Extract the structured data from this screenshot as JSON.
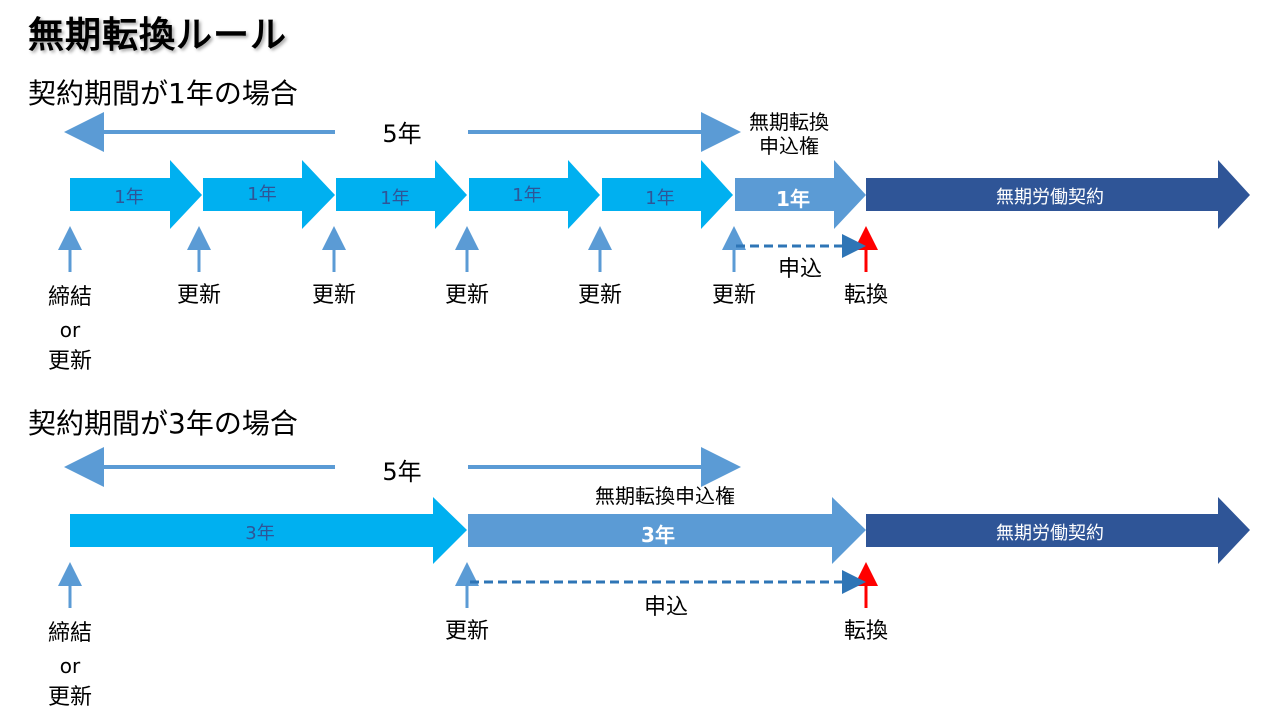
{
  "title": "無期転換ルール",
  "case1": {
    "heading": "契約期間が1年の場合",
    "span_label": "5年",
    "right_label_line1": "無期転換",
    "right_label_line2": "申込権",
    "periods": [
      "1年",
      "1年",
      "1年",
      "1年",
      "1年"
    ],
    "final_period": "1年",
    "indefinite": "無期労働契約",
    "events": [
      "締結",
      "or",
      "更新",
      "更新",
      "更新",
      "更新",
      "更新",
      "更新"
    ],
    "apply_label": "申込",
    "convert_label": "転換"
  },
  "case2": {
    "heading": "契約期間が3年の場合",
    "span_label": "5年",
    "right_label": "無期転換申込権",
    "period": "3年",
    "final_period": "3年",
    "indefinite": "無期労働契約",
    "events": [
      "締結",
      "or",
      "更新",
      "更新"
    ],
    "apply_label": "申込",
    "convert_label": "転換"
  },
  "colors": {
    "period_arrow": "#00b0f0",
    "final_arrow": "#5b9bd5",
    "indefinite_arrow": "#2f5597",
    "span_arrow": "#5b9bd5",
    "marker_arrow": "#5b9bd5",
    "convert_marker": "#ff0000",
    "dashed_arrow": "#2e75b6"
  }
}
